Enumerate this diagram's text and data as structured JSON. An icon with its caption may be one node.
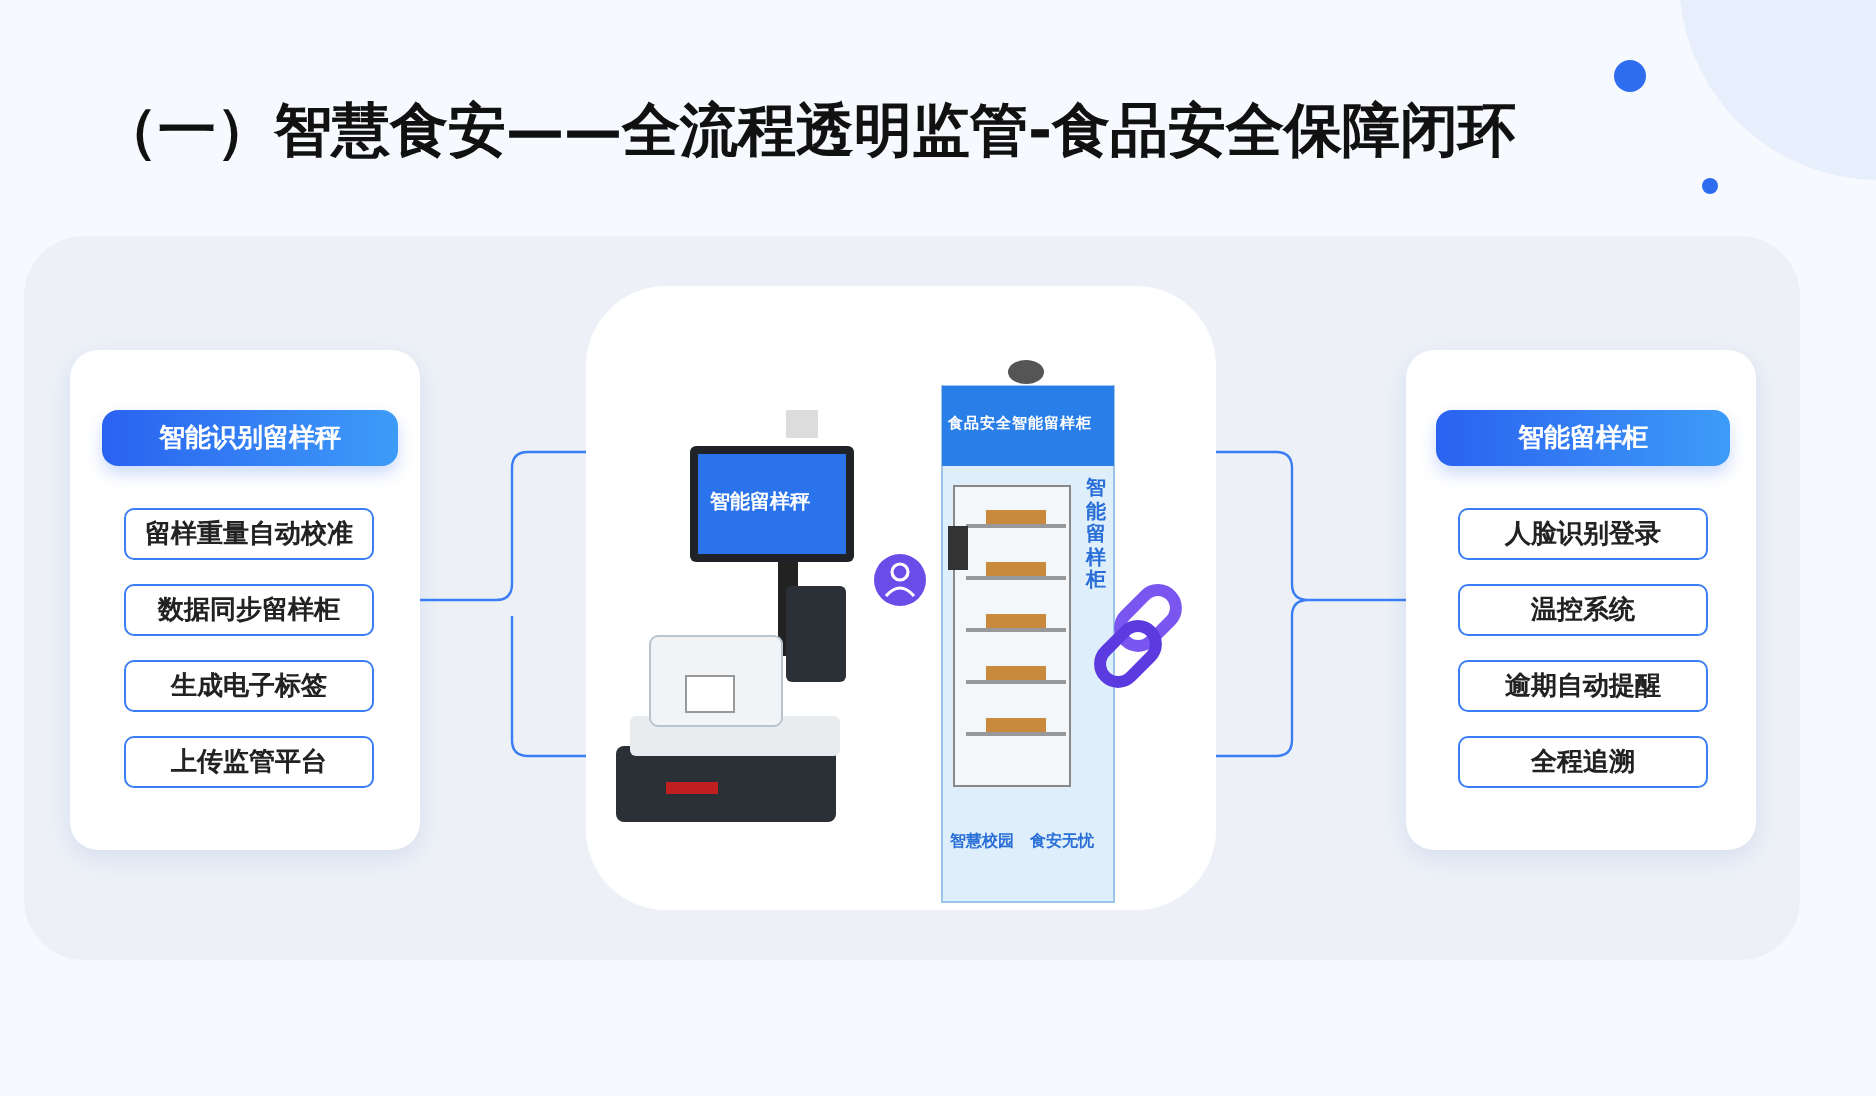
{
  "diagram": {
    "title": "（一）智慧食安——全流程透明监管-食品安全保障闭环",
    "nodes": [
      {
        "text": [],
        "shape": "box"
      },
      {
        "text": [
          "智能识别留样秤"
        ],
        "in": 0
      },
      {
        "text": [
          "留样重量自动校准"
        ],
        "in": 0
      },
      {
        "text": [
          "数据同步留样柜"
        ],
        "in": 0
      },
      {
        "text": [
          "生成电子标签"
        ],
        "in": 0
      },
      {
        "text": [
          "上传监管平台"
        ],
        "in": 0
      },
      {
        "text": [],
        "shape": "picture"
      },
      {
        "text": [],
        "shape": "box"
      },
      {
        "text": [
          "智能留样柜"
        ],
        "in": 7
      },
      {
        "text": [
          "人脸识别登录"
        ],
        "in": 7
      },
      {
        "text": [
          "温控系统"
        ],
        "in": 7
      },
      {
        "text": [
          "逾期自动提醒"
        ],
        "in": 7
      },
      {
        "text": [
          "全程追溯"
        ],
        "in": 7
      }
    ],
    "edges": [
      {
        "from": 0,
        "to": 6,
        "arrow": "none"
      },
      {
        "from": 6,
        "to": 7,
        "arrow": "none"
      }
    ],
    "labels": [
      "智能留样秤",
      "食品安全智能留样柜",
      "智能留样柜",
      "智慧校园",
      "食安无忧"
    ]
  }
}
